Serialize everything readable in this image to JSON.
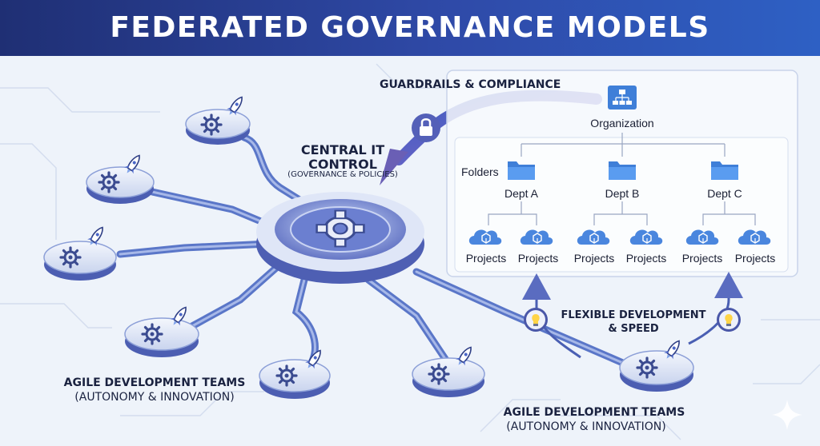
{
  "title": "FEDERATED GOVERNANCE MODELS",
  "central": {
    "title_line1": "CENTRAL IT",
    "title_line2": "CONTROL",
    "subtitle": "(GOVERNANCE & POLICIES)"
  },
  "guardrails": "GUARDRAILS & COMPLIANCE",
  "hierarchy": {
    "root": "Organization",
    "folders_label": "Folders",
    "departments": [
      {
        "name": "Dept A",
        "projects": [
          "Projects",
          "Projects"
        ]
      },
      {
        "name": "Dept B",
        "projects": [
          "Projects",
          "Projects"
        ]
      },
      {
        "name": "Dept C",
        "projects": [
          "Projects",
          "Projects"
        ]
      }
    ]
  },
  "flexible": {
    "line1": "FLEXIBLE DEVELOPMENT",
    "line2": "& SPEED"
  },
  "agile_left": {
    "line1": "AGILE DEVELOPMENT TEAMS",
    "line2": "(AUTONOMY & INNOVATION)"
  },
  "agile_right": {
    "line1": "AGILE DEVELOPMENT TEAMS",
    "line2": "(AUTONOMY & INNOVATION)"
  },
  "colors": {
    "banner": "#24388c",
    "hub": "#4a5fb8",
    "pipe": "#5a76c8",
    "folder": "#3d7fd9",
    "arrow": "#6a5fb5"
  },
  "icons": [
    "gear-icon",
    "rocket-icon",
    "lock-icon",
    "folder-icon",
    "org-chart-icon",
    "cloud-cube-icon",
    "lightbulb-icon",
    "sparkle-icon"
  ]
}
